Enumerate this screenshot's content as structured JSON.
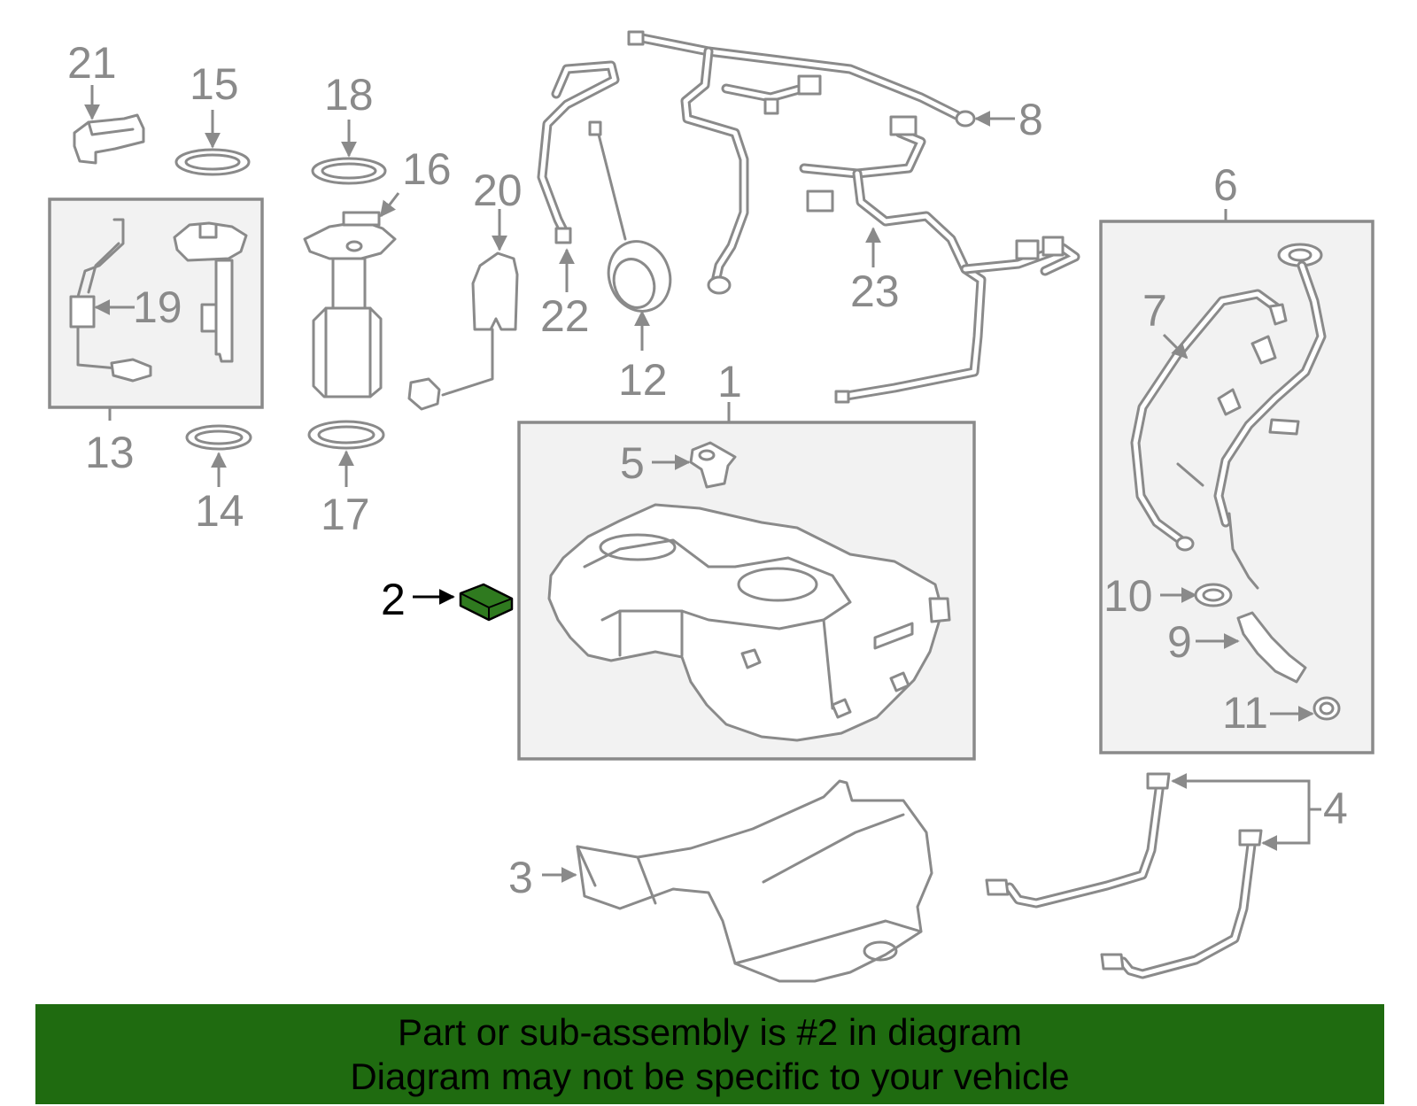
{
  "callouts": {
    "c1": "1",
    "c2": "2",
    "c3": "3",
    "c4": "4",
    "c5": "5",
    "c6": "6",
    "c7": "7",
    "c8": "8",
    "c9": "9",
    "c10": "10",
    "c11": "11",
    "c12": "12",
    "c13": "13",
    "c14": "14",
    "c15": "15",
    "c16": "16",
    "c17": "17",
    "c18": "18",
    "c19": "19",
    "c20": "20",
    "c21": "21",
    "c22": "22",
    "c23": "23"
  },
  "highlight": {
    "part": "2",
    "color": "#2f7a1f"
  },
  "colors": {
    "banner": "#1f6b10",
    "line": "#8a8a8a",
    "box_fill": "#f2f2f2"
  },
  "banner": {
    "line1": "Part or sub-assembly is #2 in diagram",
    "line2": "Diagram may not be specific to your vehicle"
  }
}
